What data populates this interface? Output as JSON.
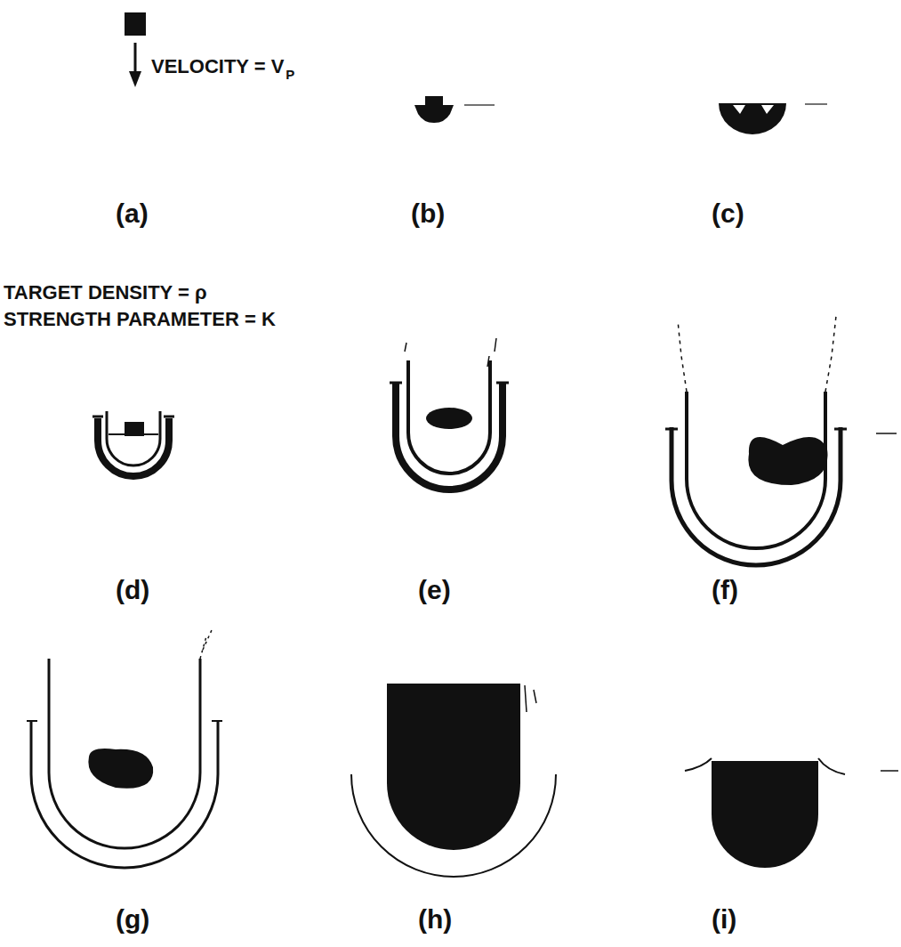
{
  "diagram": {
    "labels": [
      "VELOCITY = V",
      "P",
      "(a)",
      "(b)",
      "(c)",
      "TARGET DENSITY = ρ",
      "STRENGTH PARAMETER = K",
      "(d)",
      "(e)",
      "(f)",
      "(g)",
      "(h)",
      "(i)"
    ]
  }
}
